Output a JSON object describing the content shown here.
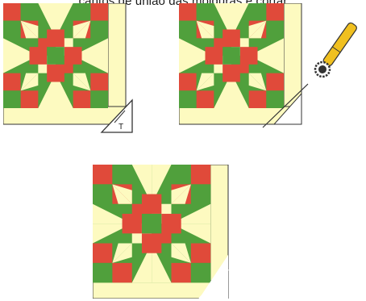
{
  "caption": "cantos de união das molduras e cortar",
  "figures": [
    {
      "name": "figure-marking-corner",
      "template_letter": "T"
    },
    {
      "name": "figure-cutting-corner"
    },
    {
      "name": "figure-finished-corner"
    }
  ],
  "colors": {
    "green": "#50a03c",
    "red": "#e04a3a",
    "cream": "#fdfac0",
    "outline": "#333333",
    "cutter_yellow": "#f0c020",
    "cutter_dark": "#333333"
  }
}
